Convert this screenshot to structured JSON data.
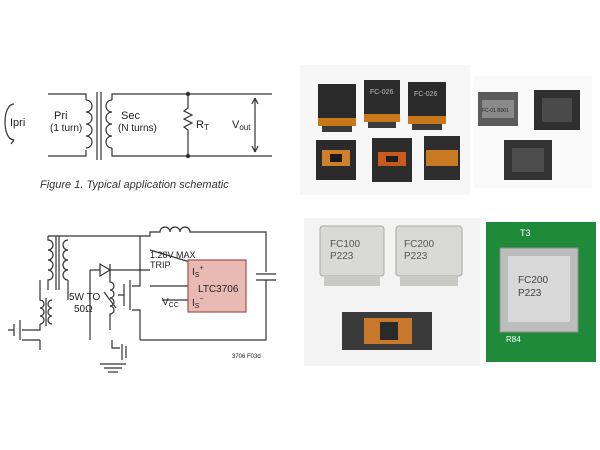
{
  "figure1": {
    "ipri": "Ipri",
    "pri_label": "Pri",
    "pri_turns": "(1 turn)",
    "sec_label": "Sec",
    "sec_turns": "(N turns)",
    "rt_main": "R",
    "rt_sub": "T",
    "vout_main": "V",
    "vout_sub": "out",
    "caption": "Figure 1. Typical application schematic"
  },
  "figure2": {
    "max_line1": "1.28V MAX",
    "max_line2": "TRIP",
    "load_line1": "5W TO",
    "load_line2": "50Ω",
    "vcc_main": "V",
    "vcc_sub": "CC",
    "is_plus_main": "I",
    "is_plus_sub": "S",
    "is_plus_sup": "+",
    "is_minus_main": "I",
    "is_minus_sub": "S",
    "is_minus_sup": "−",
    "ic_name": "LTC3706",
    "fig_code": "3706 F03d"
  },
  "photos": {
    "smt_codes": [
      "FC-026",
      "FC-026"
    ],
    "dip_label": "FC-01 B001",
    "fc100_line1": "FC100",
    "fc100_line2": "P223",
    "fc200_line1": "FC200",
    "fc200_line2": "P223",
    "pcb_t3": "T3",
    "pcb_line1": "FC200",
    "pcb_line2": "P223",
    "pcb_r84": "R84"
  },
  "colors": {
    "ic_fill": "#e9b9b4",
    "ic_stroke": "#a0524a",
    "pcb_green": "#1f8a3a",
    "coil_copper": "#c8782c"
  }
}
